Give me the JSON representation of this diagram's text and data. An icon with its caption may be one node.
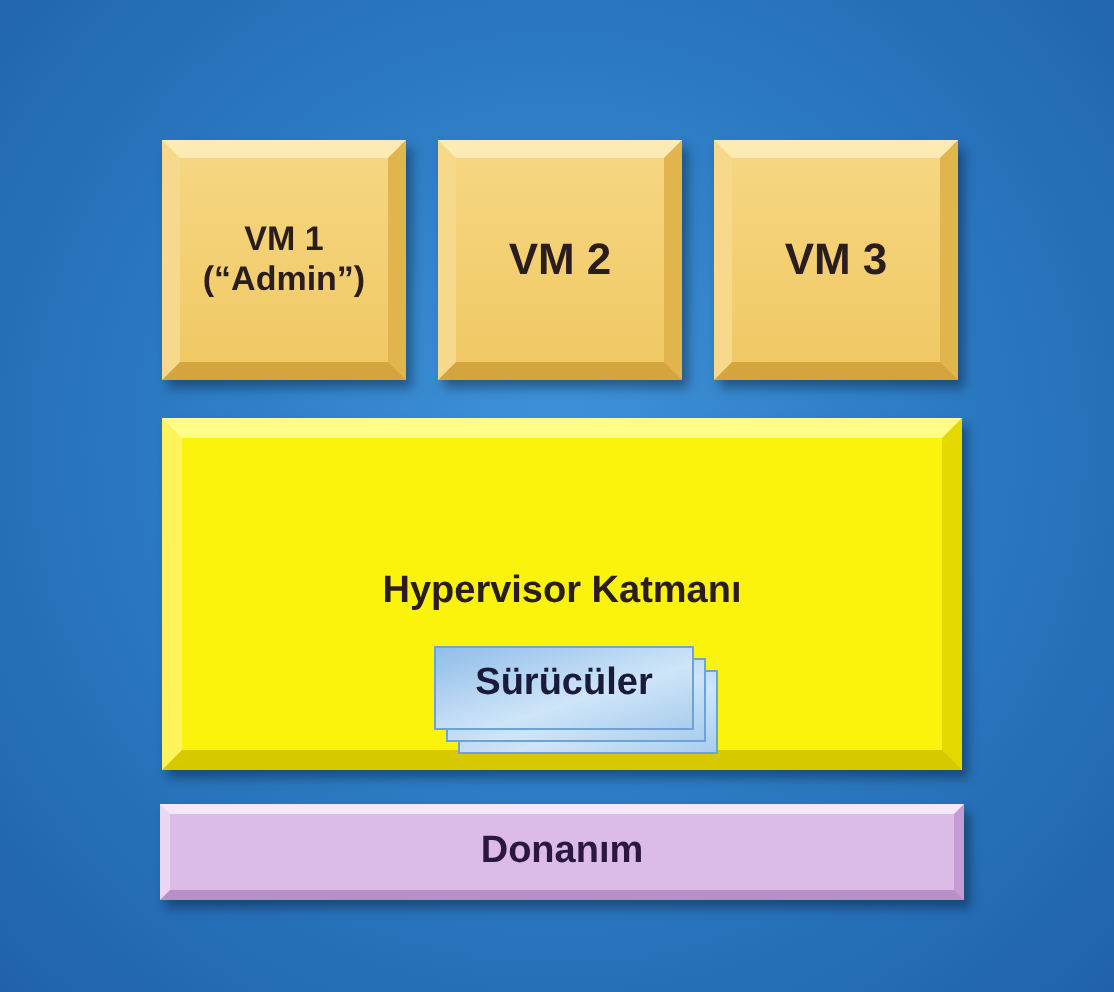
{
  "diagram": {
    "nodes": [
      {
        "text": [
          "VM 1 (“Admin”)"
        ]
      },
      {
        "text": [
          "VM 2"
        ]
      },
      {
        "text": [
          "VM 3"
        ]
      },
      {
        "text": [
          "Hypervisor Katmanı"
        ]
      },
      {
        "text": [
          "Sürücüler"
        ],
        "in": 3
      },
      {
        "text": [
          "Donanım"
        ]
      }
    ]
  }
}
